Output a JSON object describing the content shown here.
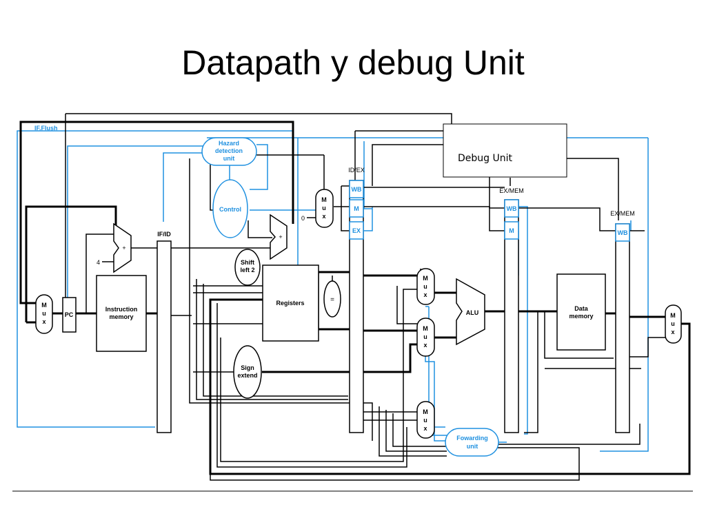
{
  "slide": {
    "title": "Datapath y debug Unit"
  },
  "diagram": {
    "signals": {
      "if_flush": "IF.Flush"
    },
    "units": {
      "hazard_detection_l1": "Hazard",
      "hazard_detection_l2": "detection",
      "hazard_detection_l3": "unit",
      "control": "Control",
      "debug_unit": "Debug Unit",
      "pc": "PC",
      "instruction_memory_l1": "Instruction",
      "instruction_memory_l2": "memory",
      "registers": "Registers",
      "shift_left_l1": "Shift",
      "shift_left_l2": "left 2",
      "sign_extend_l1": "Sign",
      "sign_extend_l2": "extend",
      "alu": "ALU",
      "data_memory_l1": "Data",
      "data_memory_l2": "memory",
      "forwarding_l1": "Fowarding",
      "forwarding_l2": "unit",
      "equals": "="
    },
    "pipeline_registers": {
      "if_id": "IF/ID",
      "id_ex": "ID/EX",
      "ex_mem_1": "EX/MEM",
      "ex_mem_2": "EX/MEM"
    },
    "fields": {
      "wb": "WB",
      "m": "M",
      "ex": "EX"
    },
    "mux": {
      "m": "M",
      "u": "u",
      "x": "x"
    },
    "constants": {
      "four": "4",
      "zero": "0"
    }
  }
}
